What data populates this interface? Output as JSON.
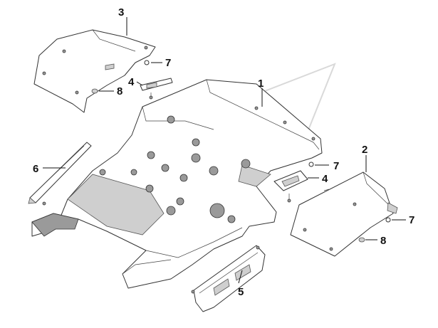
{
  "callouts": [
    {
      "id": "c1",
      "label": "1"
    },
    {
      "id": "c2",
      "label": "2"
    },
    {
      "id": "c3",
      "label": "3"
    },
    {
      "id": "c4a",
      "label": "4"
    },
    {
      "id": "c4b",
      "label": "4"
    },
    {
      "id": "c5",
      "label": "5"
    },
    {
      "id": "c6",
      "label": "6"
    },
    {
      "id": "c7a",
      "label": "7"
    },
    {
      "id": "c7b",
      "label": "7"
    },
    {
      "id": "c7c",
      "label": "7"
    },
    {
      "id": "c8a",
      "label": "8"
    },
    {
      "id": "c8b",
      "label": "8"
    }
  ]
}
